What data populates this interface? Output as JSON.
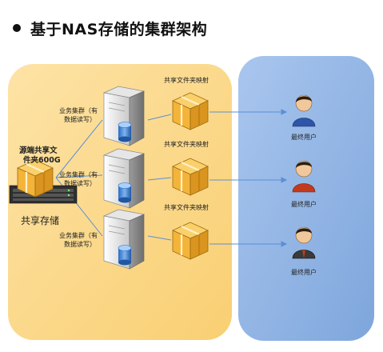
{
  "title": "基于NAS存储的集群架构",
  "shared_storage": {
    "source_label_line1": "源端共享文",
    "source_label_line2": "件夹600G",
    "label": "共享存储"
  },
  "business_cluster": {
    "line1": "业务集群（有",
    "line2": "数据读写）"
  },
  "mapping_label": "共享文件夹映射",
  "end_user_label": "最终用户",
  "colors": {
    "storage_panel": "#fbd98a",
    "user_panel": "#8fb4e3",
    "cube": "#f0b73e",
    "connector": "#5b8fd6"
  }
}
